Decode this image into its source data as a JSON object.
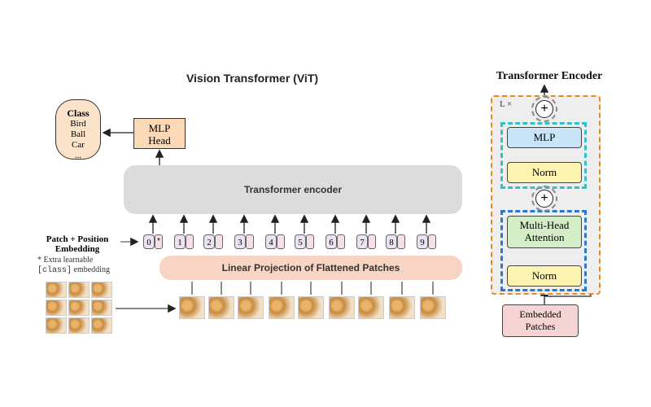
{
  "vit_title": "Vision Transformer (ViT)",
  "encoder_title": "Transformer Encoder",
  "class_box": {
    "header": "Class",
    "items": [
      "Bird",
      "Ball",
      "Car",
      "..."
    ]
  },
  "mlp_head": {
    "line1": "MLP",
    "line2": "Head"
  },
  "transformer_encoder_label": "Transformer encoder",
  "linear_projection_label": "Linear Projection of Flattened Patches",
  "patch_position": {
    "line1": "Patch + Position",
    "line2": "Embedding",
    "extra_line1": "* Extra learnable",
    "extra_line2_code": "[class]",
    "extra_line2_rest": " embedding"
  },
  "tokens": [
    "0",
    "1",
    "2",
    "3",
    "4",
    "5",
    "6",
    "7",
    "8",
    "9"
  ],
  "class_token_marker": "*",
  "encoder_detail": {
    "repeat_label": "L ×",
    "mlp": "MLP",
    "norm_top": "Norm",
    "mha_line1": "Multi-Head",
    "mha_line2": "Attention",
    "norm_bottom": "Norm",
    "plus": "+",
    "input_line1": "Embedded",
    "input_line2": "Patches"
  },
  "colors": {
    "encoder_outer_border": "#e58a1e",
    "mlp_group_border": "#33c0c7",
    "mha_group_border": "#2b78d4",
    "mlp_fill": "#c9e4f6",
    "norm_fill": "#fdf3b0",
    "mha_fill": "#d3eec6",
    "embedded_fill": "#f7d4d4"
  }
}
